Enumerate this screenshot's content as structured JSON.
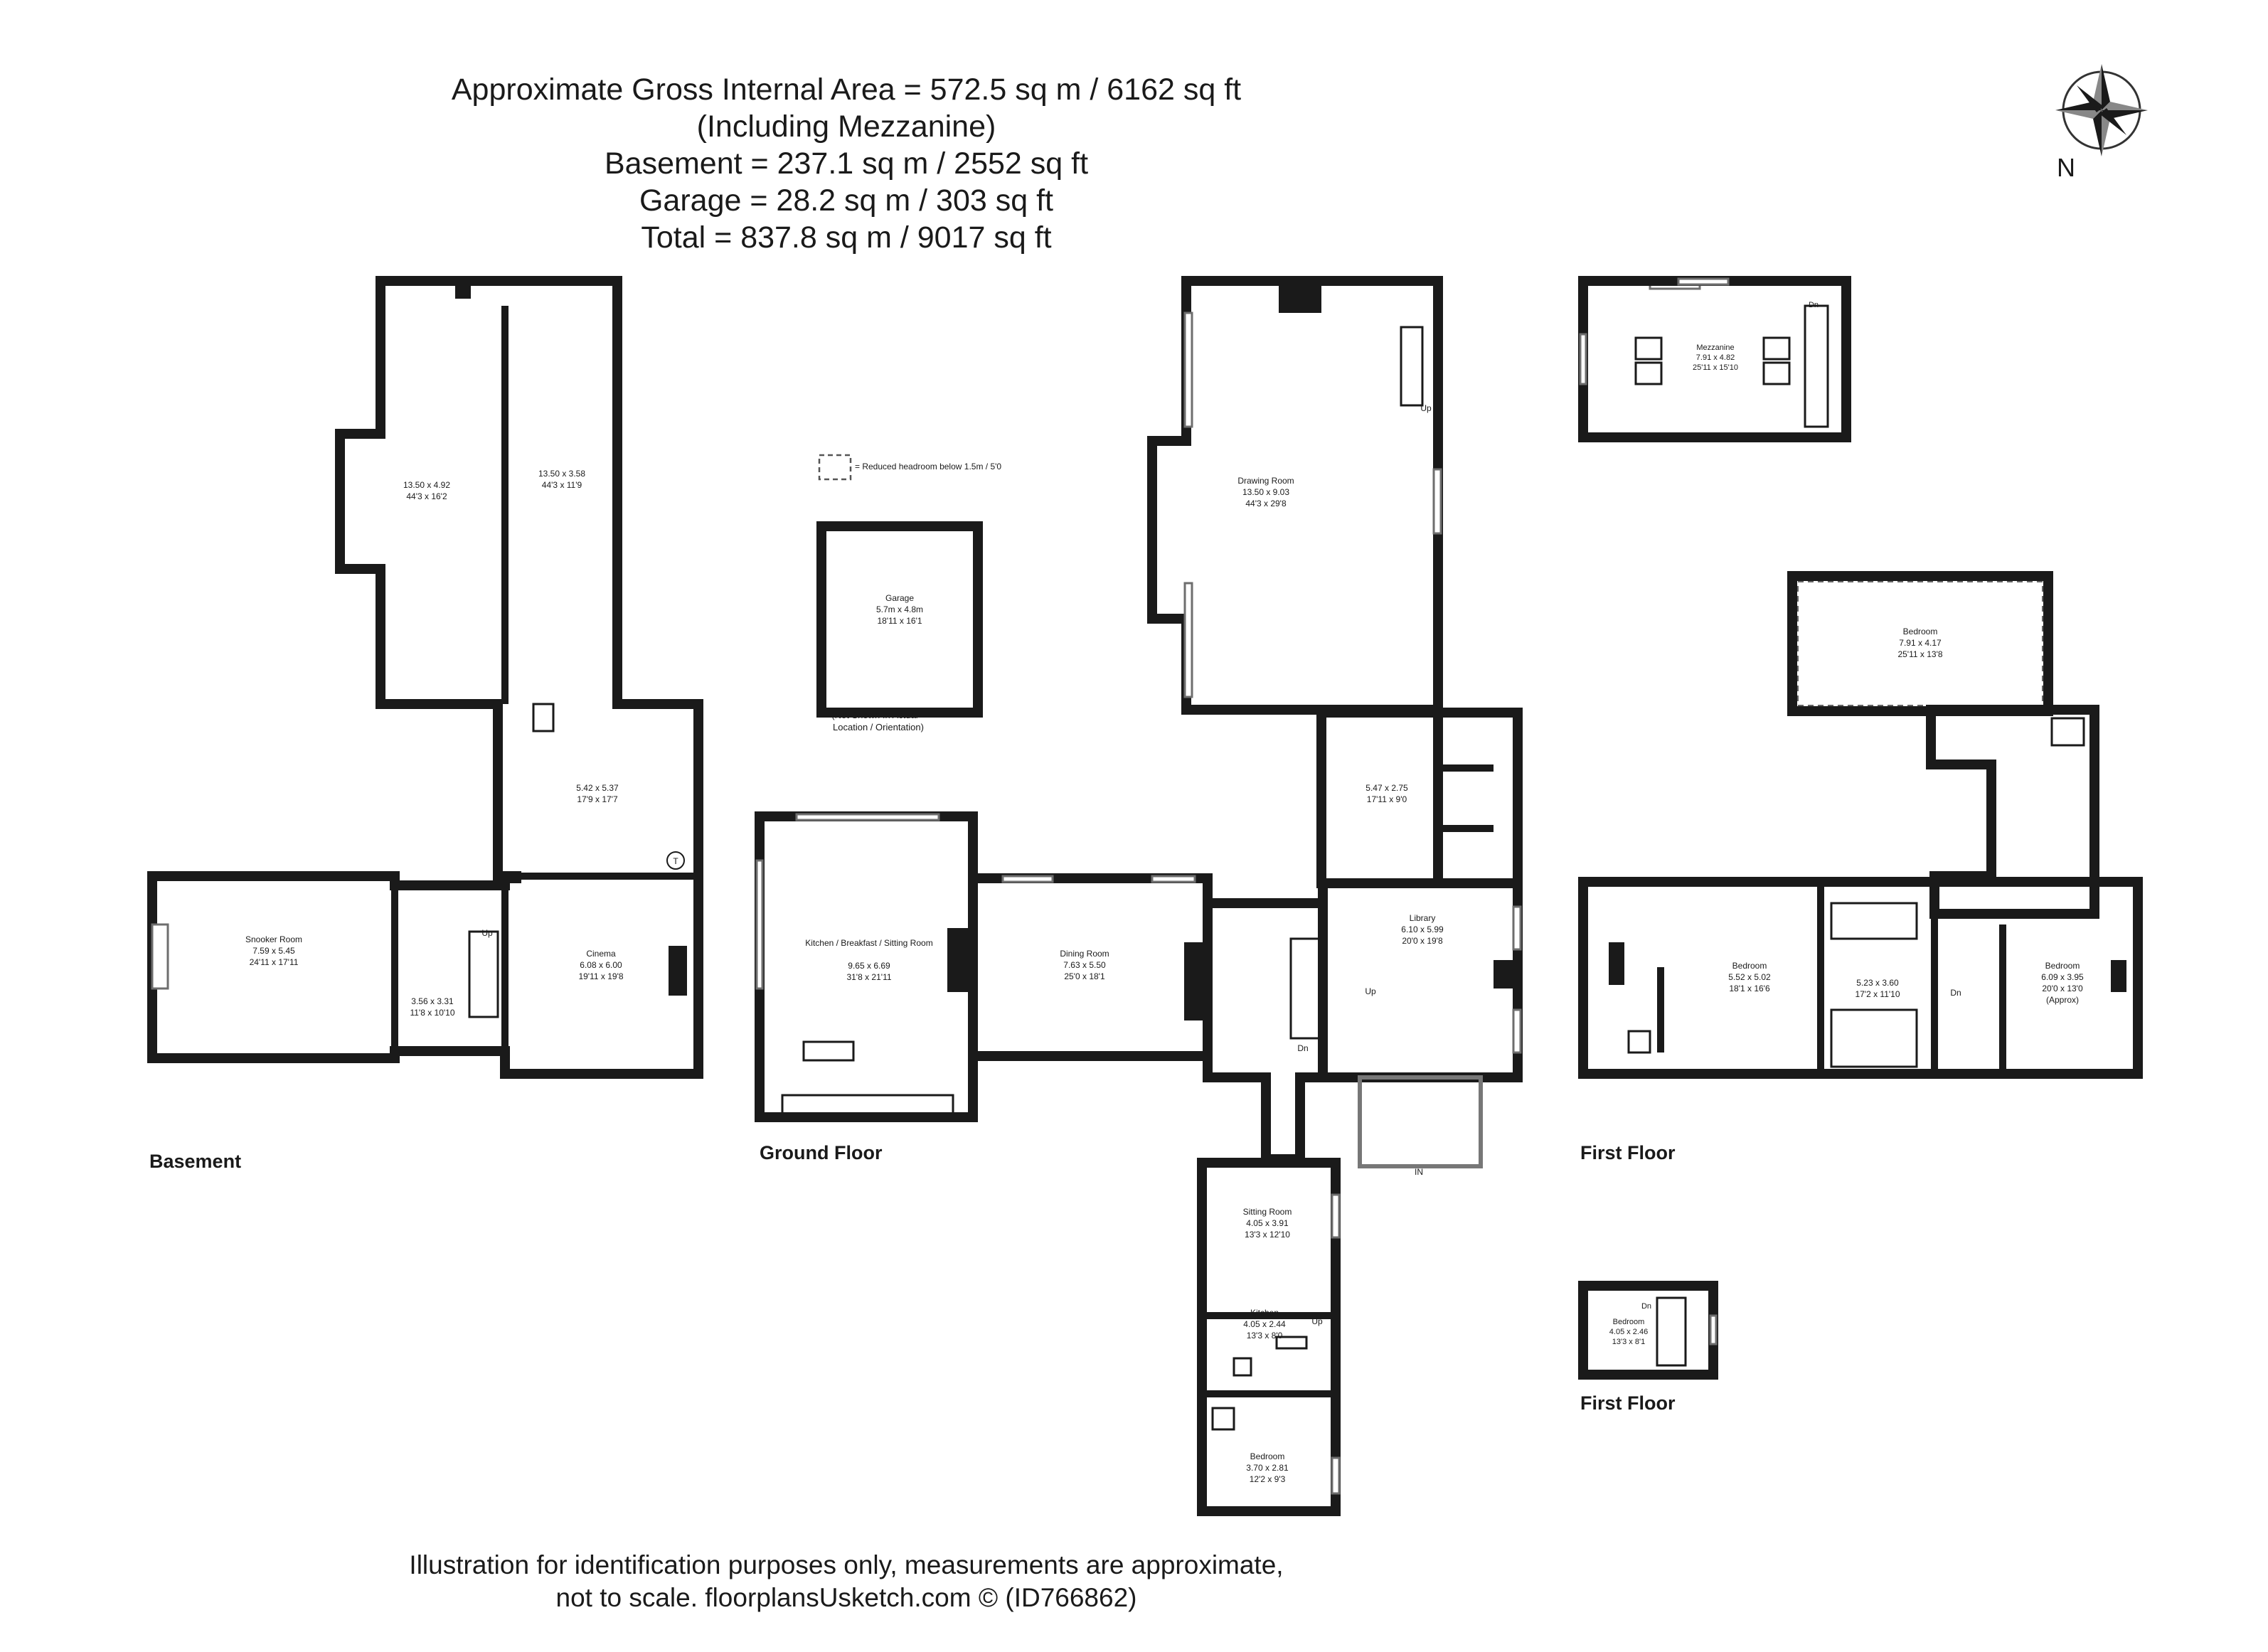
{
  "header": {
    "line1": "Approximate Gross Internal Area = 572.5 sq m / 6162 sq ft",
    "line2": "(Including Mezzanine)",
    "line3": "Basement = 237.1 sq m / 2552 sq ft",
    "line4": "Garage = 28.2 sq m / 303 sq ft",
    "line5": "Total = 837.8 sq m / 9017 sq ft"
  },
  "compass": {
    "label": "N"
  },
  "legend": {
    "text": "= Reduced headroom below 1.5m / 5'0"
  },
  "floors": {
    "basement": "Basement",
    "ground": "Ground Floor",
    "first": "First Floor",
    "first_annex": "First Floor"
  },
  "rooms": {
    "basement_left": {
      "name": "",
      "m": "13.50 x 4.92",
      "ft": "44'3 x 16'2"
    },
    "basement_right": {
      "name": "",
      "m": "13.50 x 3.58",
      "ft": "44'3 x 11'9"
    },
    "basement_mid": {
      "name": "",
      "m": "5.42 x 5.37",
      "ft": "17'9 x 17'7"
    },
    "snooker": {
      "name": "Snooker Room",
      "m": "7.59 x 5.45",
      "ft": "24'11 x 17'11"
    },
    "basement_small": {
      "name": "",
      "m": "3.56 x 3.31",
      "ft": "11'8 x 10'10"
    },
    "cinema": {
      "name": "Cinema",
      "m": "6.08 x 6.00",
      "ft": "19'11 x 19'8"
    },
    "garage": {
      "name": "Garage",
      "m": "5.7m x 4.8m",
      "ft": "18'11 x 16'1"
    },
    "kitchen_breakfast": {
      "name": "Kitchen / Breakfast / Sitting Room",
      "m": "9.65 x 6.69",
      "ft": "31'8 x 21'11"
    },
    "dining": {
      "name": "Dining Room",
      "m": "7.63 x 5.50",
      "ft": "25'0 x 18'1"
    },
    "drawing": {
      "name": "Drawing Room",
      "m": "13.50 x 9.03",
      "ft": "44'3 x 29'8"
    },
    "hall_room": {
      "name": "",
      "m": "5.47 x 2.75",
      "ft": "17'11 x 9'0"
    },
    "library": {
      "name": "Library",
      "m": "6.10 x 5.99",
      "ft": "20'0 x 19'8"
    },
    "sitting": {
      "name": "Sitting Room",
      "m": "4.05 x 3.91",
      "ft": "13'3 x 12'10"
    },
    "kitchen_annex": {
      "name": "Kitchen",
      "m": "4.05 x 2.44",
      "ft": "13'3 x 8'0"
    },
    "bedroom_annex": {
      "name": "Bedroom",
      "m": "3.70 x 2.81",
      "ft": "12'2 x 9'3"
    },
    "mezzanine": {
      "name": "Mezzanine",
      "m": "7.91 x 4.82",
      "ft": "25'11 x 15'10"
    },
    "bedroom_top": {
      "name": "Bedroom",
      "m": "7.91 x 4.17",
      "ft": "25'11 x 13'8"
    },
    "bedroom_left": {
      "name": "Bedroom",
      "m": "5.52 x 5.02",
      "ft": "18'1 x 16'6"
    },
    "bedroom_mid": {
      "name": "",
      "m": "5.23 x 3.60",
      "ft": "17'2 x 11'10"
    },
    "bedroom_right": {
      "name": "Bedroom",
      "m": "6.09 x 3.95",
      "ft": "20'0 x 13'0",
      "note": "(Approx)"
    },
    "bedroom_small": {
      "name": "Bedroom",
      "m": "4.05 x 2.46",
      "ft": "13'3 x 8'1"
    }
  },
  "garage_note": {
    "line1": "(Not Shown In Actual",
    "line2": "Location / Orientation)"
  },
  "markers": {
    "up": "Up",
    "dn": "Dn",
    "in": "IN",
    "t": "T"
  },
  "footer": {
    "line1": "Illustration for identification purposes only, measurements are approximate,",
    "line2": "not to scale. floorplansUsketch.com © (ID766862)"
  }
}
